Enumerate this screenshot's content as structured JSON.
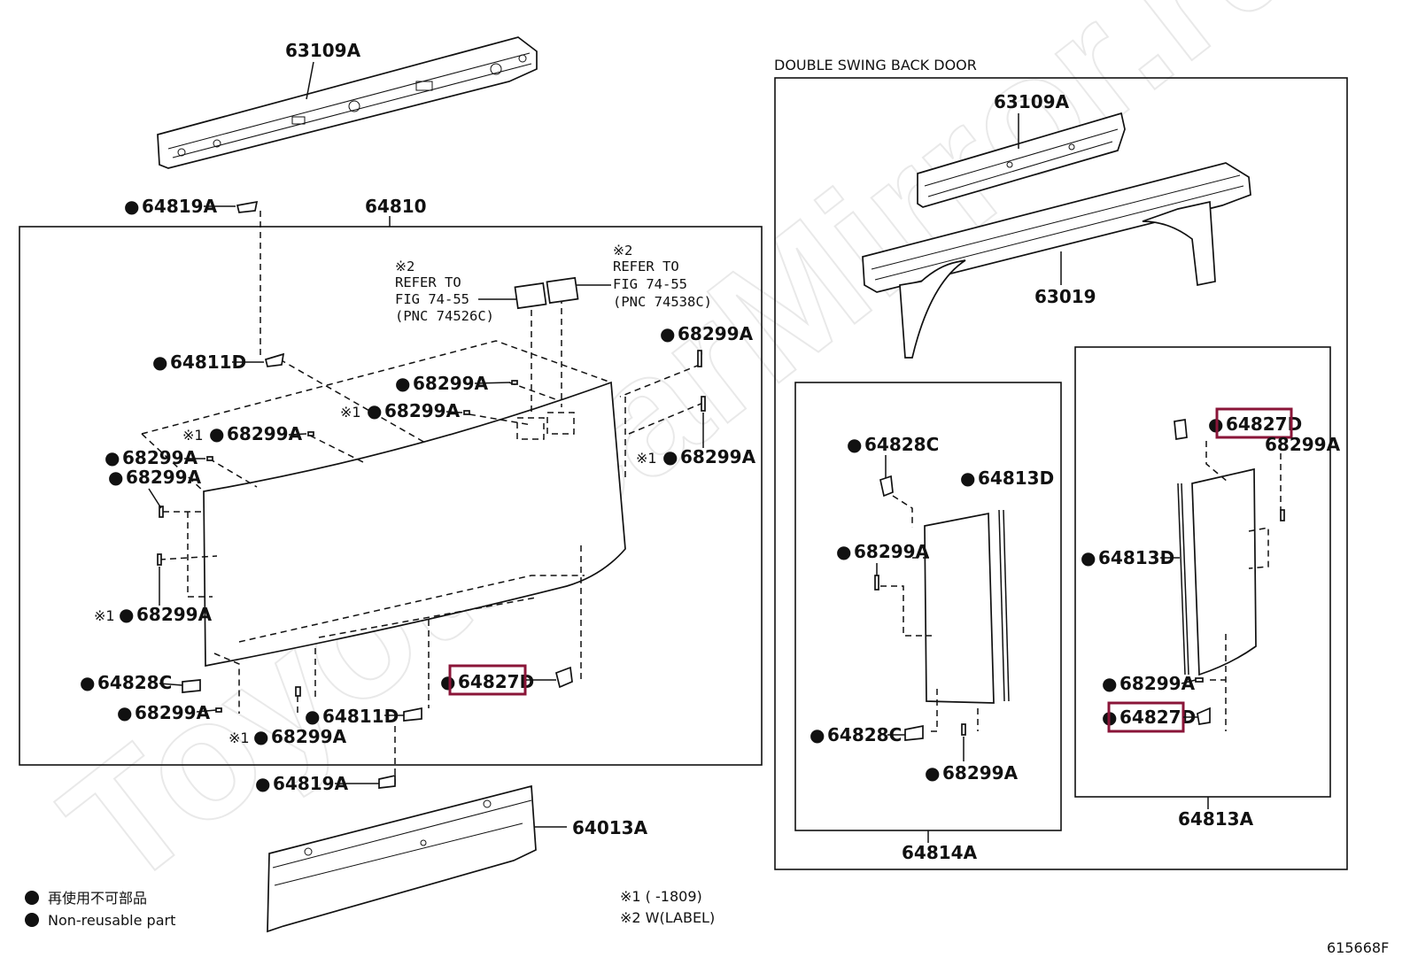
{
  "watermark": "ToyotaCarMirror.ru",
  "section_header": "DOUBLE SWING BACK DOOR",
  "figure_code": "615668F",
  "parts": {
    "p63109A": "63109A",
    "p64810": "64810",
    "p63019": "63019",
    "p64013A": "64013A",
    "p64814A": "64814A",
    "p64813A": "64813A",
    "p64819A": "64819A",
    "p64811D": "64811D",
    "p68299A": "68299A",
    "p64828C": "64828C",
    "p64827D": "64827D",
    "p64813D": "64813D",
    "p64828C_d": "64828C",
    "p63109A_d": "63109A"
  },
  "marks": {
    "nonreusable": "●",
    "note1": "※1",
    "note2": "※2"
  },
  "refs": {
    "ref1_title": "REFER TO",
    "ref1_fig": "FIG 74-55",
    "ref1_pnc": "(PNC 74526C)",
    "ref2_title": "REFER TO",
    "ref2_fig": "FIG 74-55",
    "ref2_pnc": "(PNC 74538C)"
  },
  "legend": {
    "jp": "再使用不可部品",
    "en": "Non-reusable part",
    "note1": "※1 (      -1809)",
    "note2": "※2 W(LABEL)"
  },
  "colors": {
    "highlight": "#8a1538",
    "line": "#111111"
  }
}
